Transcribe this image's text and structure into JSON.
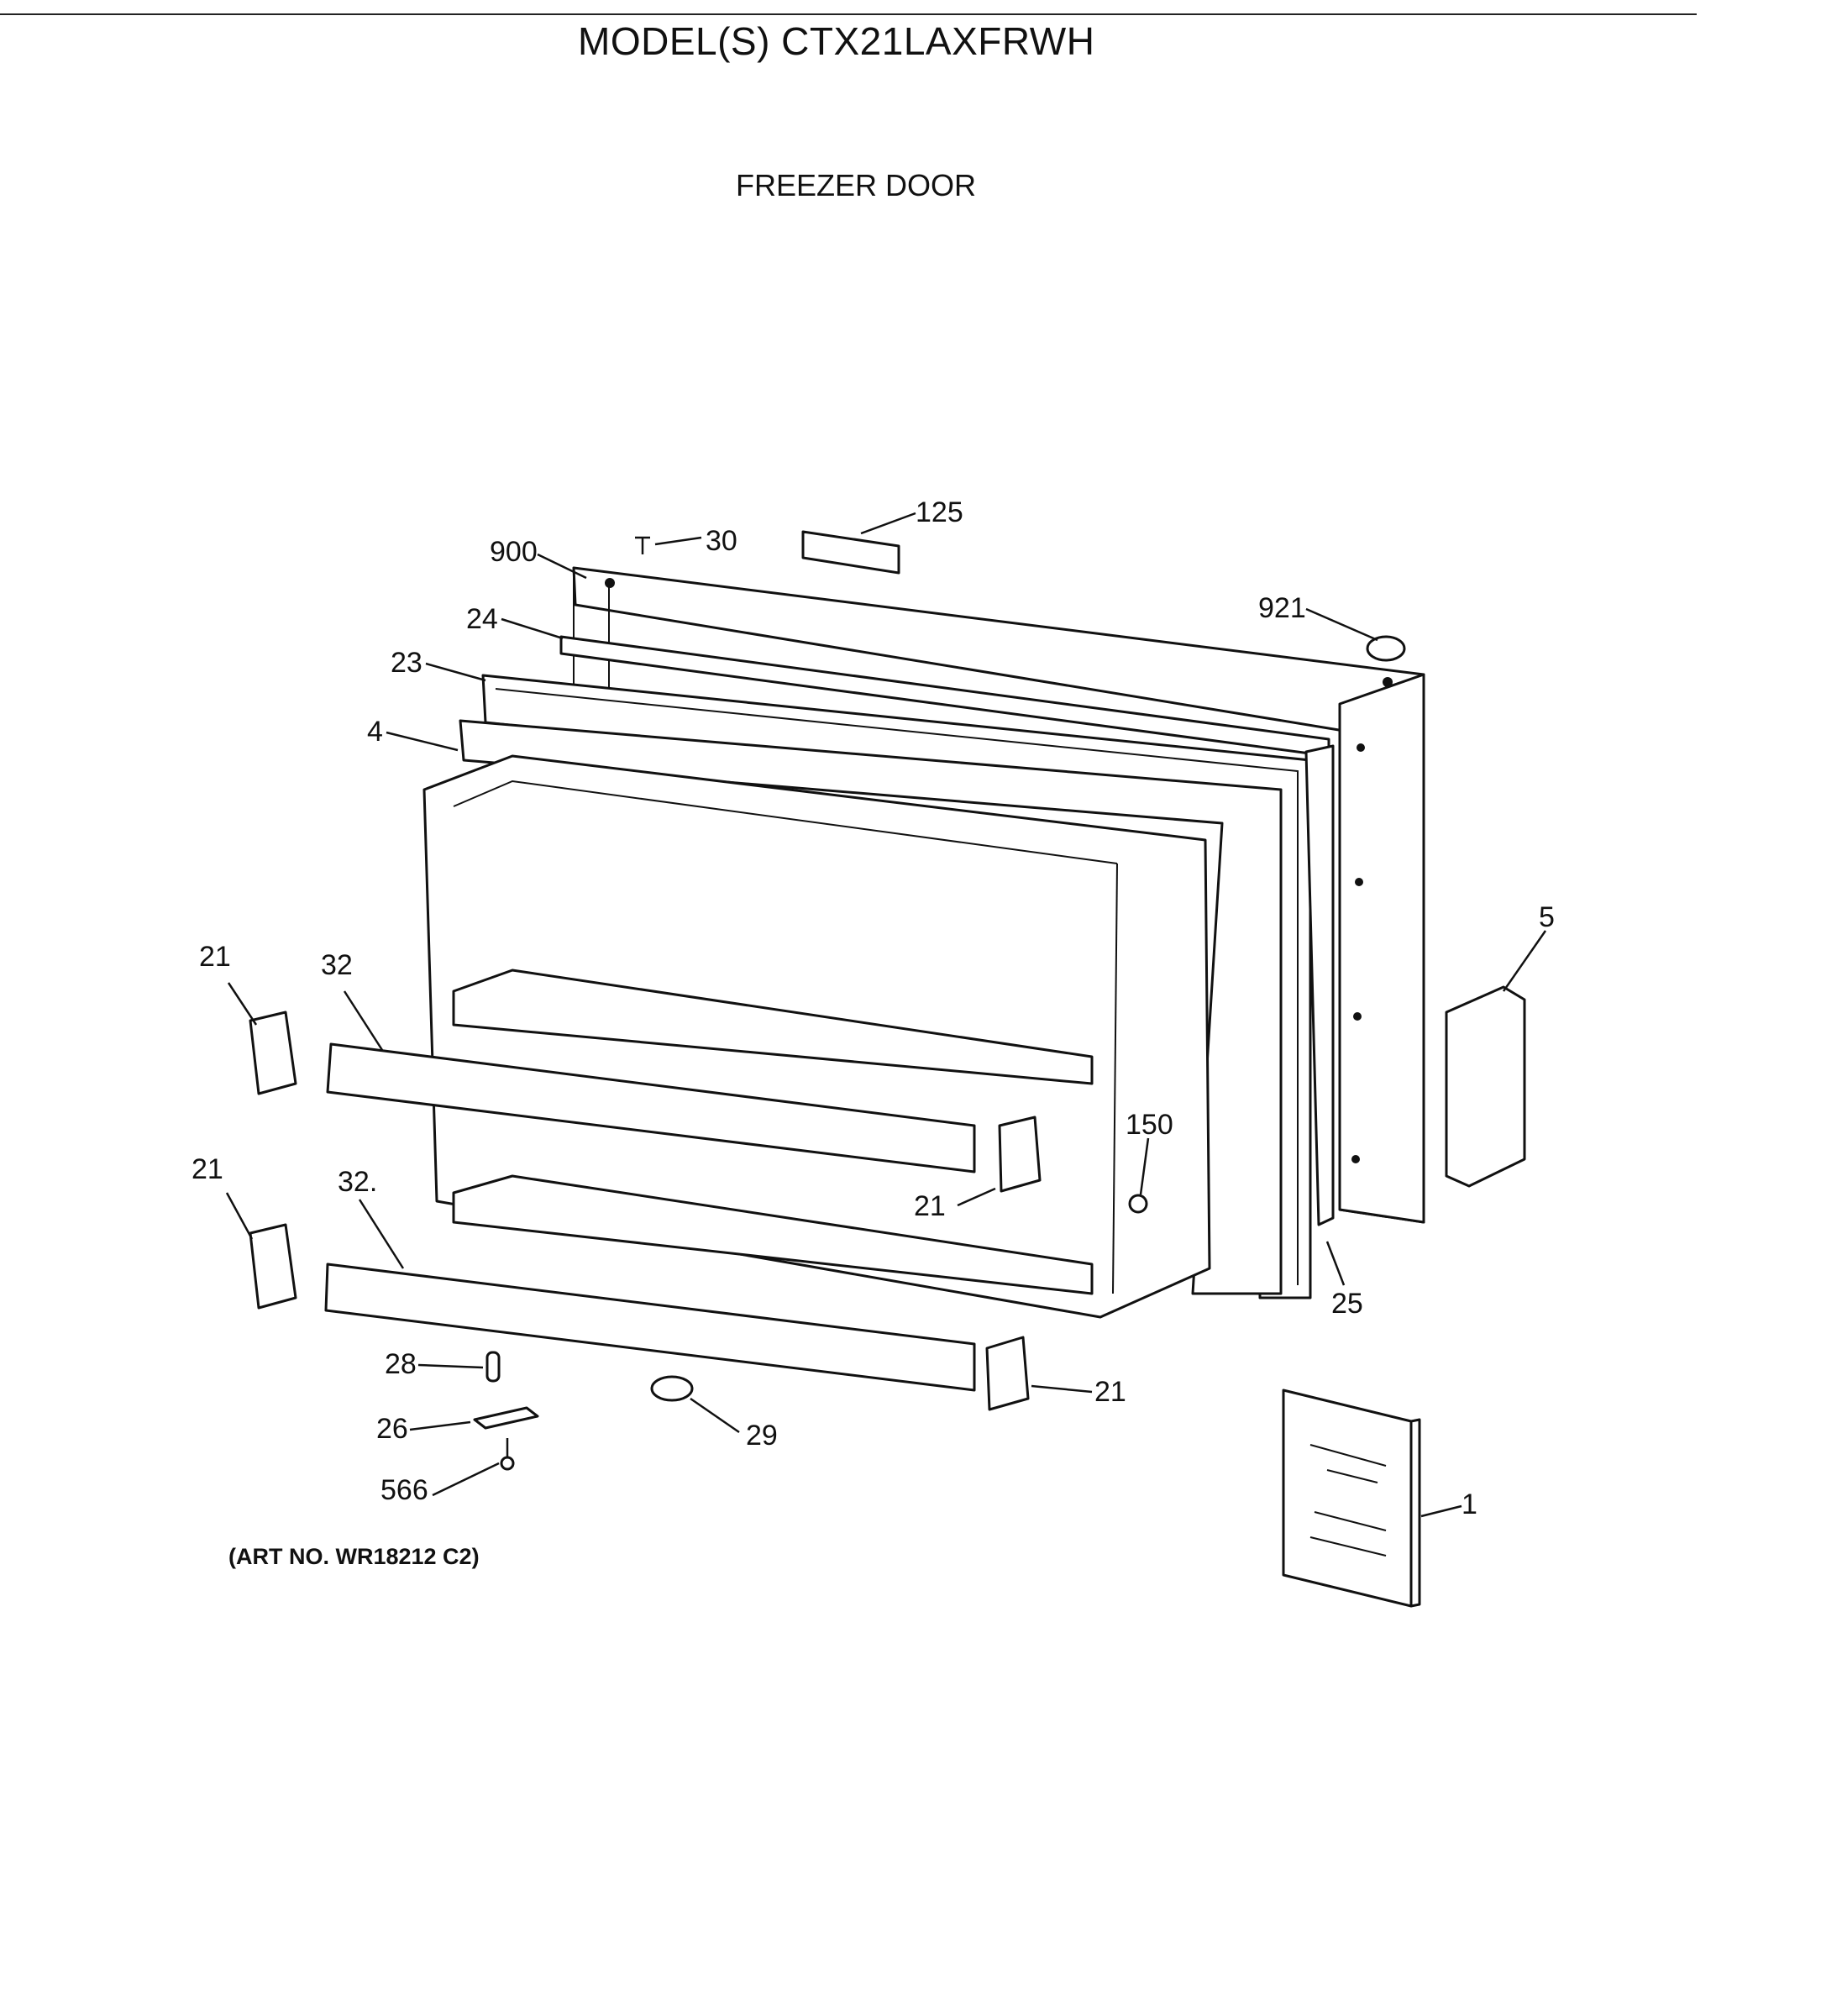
{
  "header": {
    "model": "MODEL(S) CTX21LAXFRWH",
    "section": "FREEZER DOOR"
  },
  "footer": {
    "art_no": "(ART NO. WR18212 C2)"
  },
  "callouts": [
    {
      "id": "c900",
      "label": "900"
    },
    {
      "id": "c30",
      "label": "30"
    },
    {
      "id": "c125",
      "label": "125"
    },
    {
      "id": "c921",
      "label": "921"
    },
    {
      "id": "c24",
      "label": "24"
    },
    {
      "id": "c23",
      "label": "23"
    },
    {
      "id": "c4",
      "label": "4"
    },
    {
      "id": "c5",
      "label": "5"
    },
    {
      "id": "c21a",
      "label": "21"
    },
    {
      "id": "c32a",
      "label": "32"
    },
    {
      "id": "c21b",
      "label": "21"
    },
    {
      "id": "c32b",
      "label": "32."
    },
    {
      "id": "c150",
      "label": "150"
    },
    {
      "id": "c21c",
      "label": "21"
    },
    {
      "id": "c25",
      "label": "25"
    },
    {
      "id": "c28",
      "label": "28"
    },
    {
      "id": "c26",
      "label": "26"
    },
    {
      "id": "c566",
      "label": "566"
    },
    {
      "id": "c29",
      "label": "29"
    },
    {
      "id": "c21d",
      "label": "21"
    },
    {
      "id": "c1",
      "label": "1"
    }
  ]
}
